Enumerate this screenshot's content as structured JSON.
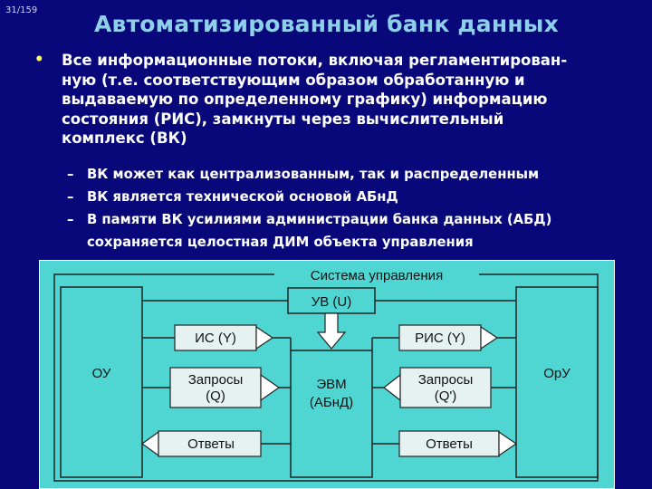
{
  "slide_number": "31/159",
  "title": "Автоматизированный банк данных",
  "main_bullet": {
    "marker": "•",
    "lines": [
      "Все информационные потоки, включая регламентирован-",
      "ную (т.е. соответствующим образом обработанную и",
      "выдаваемую по определенному графику) информацию",
      "состояния (РИС), замкнуты через вычислительный",
      "комплекс (ВК)"
    ]
  },
  "sub_bullets": [
    {
      "marker": "–",
      "lines": [
        "ВК может как централизованным, так и распределенным"
      ]
    },
    {
      "marker": "–",
      "lines": [
        "ВК является технической основой АБнД"
      ]
    },
    {
      "marker": "–",
      "lines": [
        "В памяти ВК усилиями администрации банка данных (АБД)",
        "сохраняется целостная ДИМ объекта управления"
      ]
    }
  ],
  "diagram": {
    "system_label": "Система управления",
    "uv": "УВ (U)",
    "left_block": "ОУ",
    "right_block": "ОрУ",
    "center_lines": [
      "ЭВМ",
      "(АБнД)"
    ],
    "is_left": "ИС (Y)",
    "ris_right": "РИС (Y)",
    "query_left": [
      "Запросы",
      "(Q)"
    ],
    "query_right": [
      "Запросы",
      "(Q')"
    ],
    "answers_left": "Ответы",
    "answers_right": "Ответы",
    "colors": {
      "background": "#4fd6d3",
      "stroke": "#222222",
      "frame": "#ffffff",
      "slide_bg": "#08087a",
      "title": "#8ed0ea",
      "bullet": "#ffff6a"
    }
  }
}
